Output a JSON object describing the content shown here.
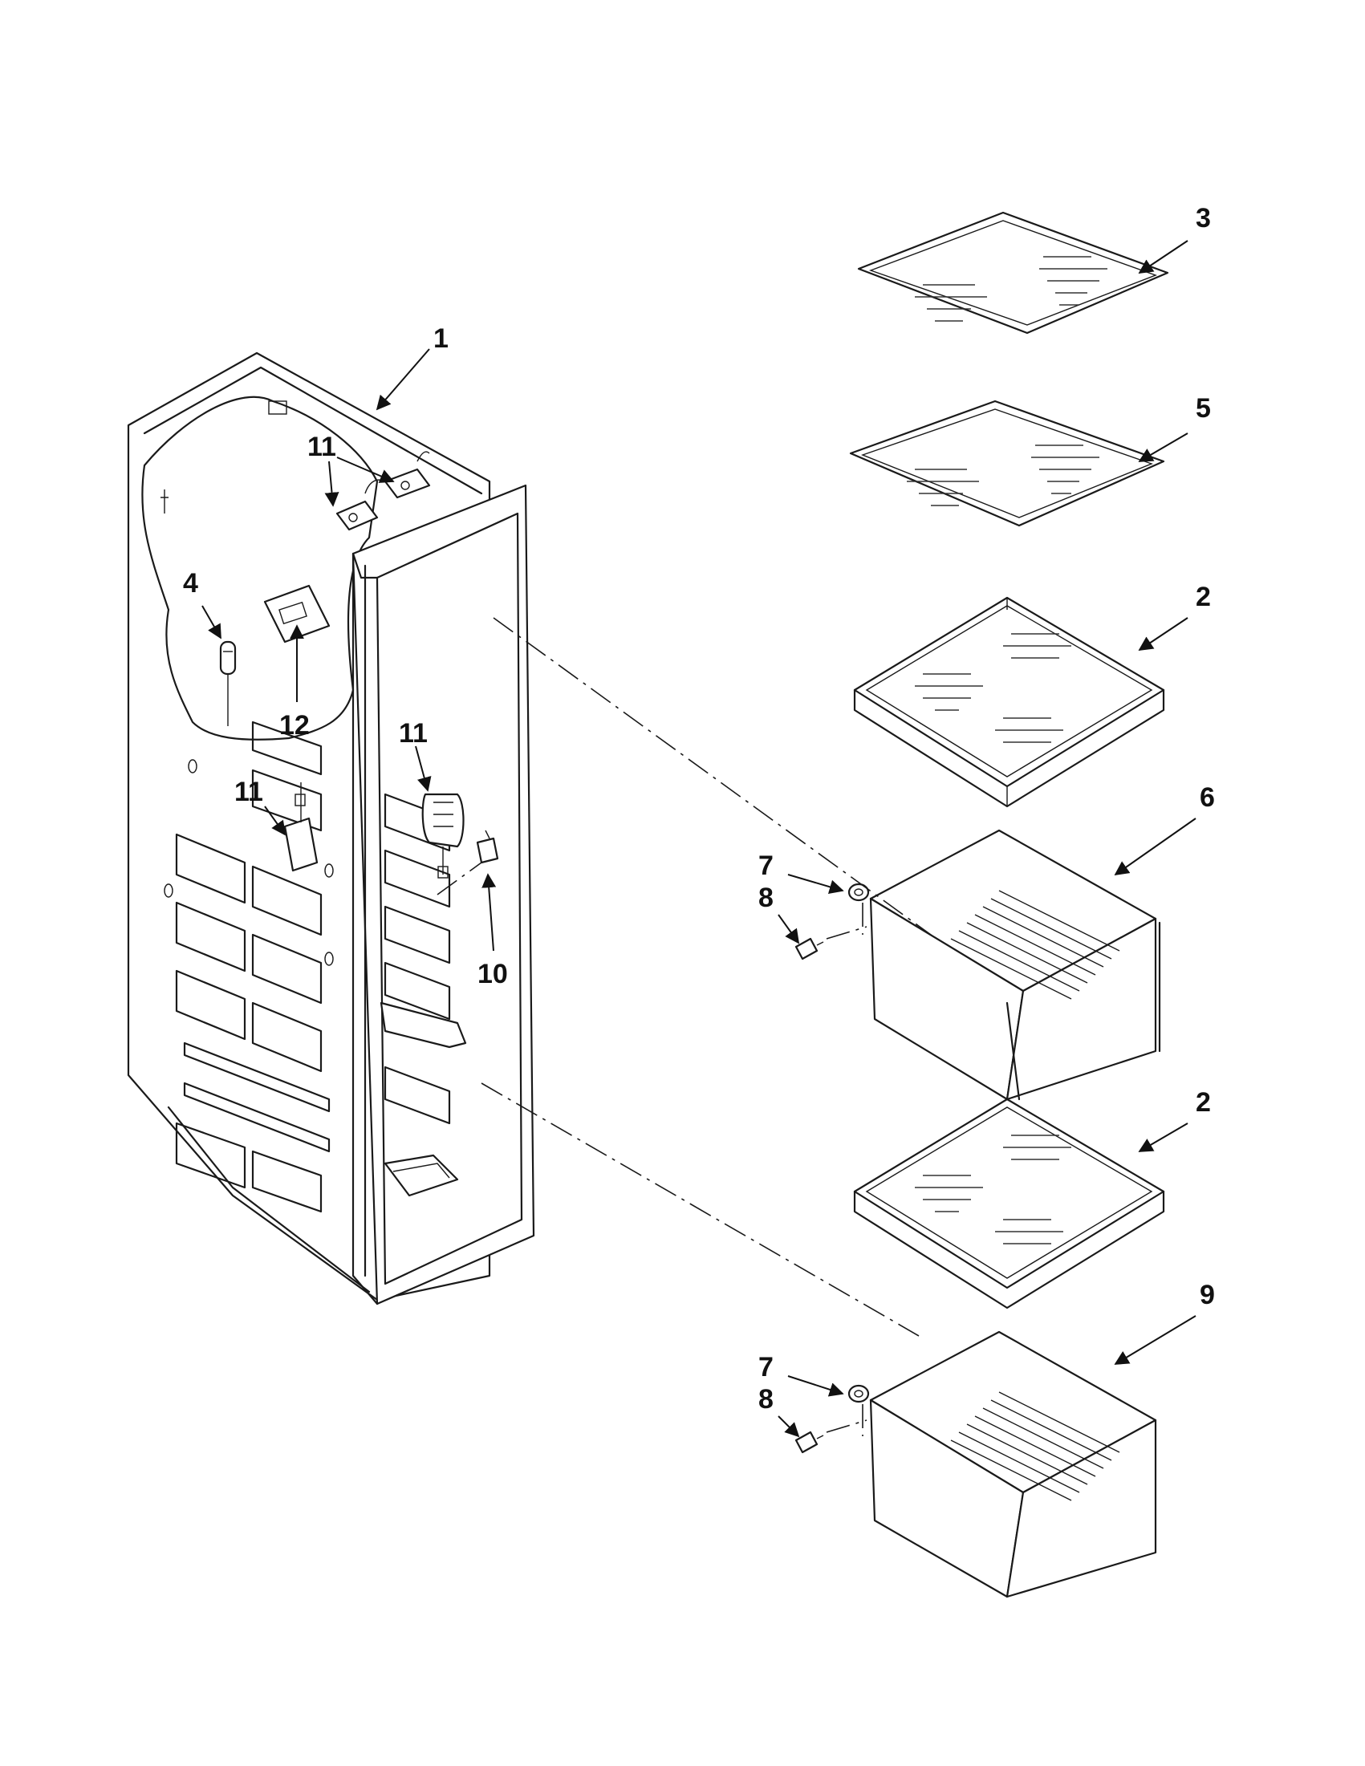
{
  "callouts": {
    "c1": "1",
    "c2a": "2",
    "c2b": "2",
    "c3": "3",
    "c4": "4",
    "c5": "5",
    "c6": "6",
    "c7a": "7",
    "c7b": "7",
    "c8a": "8",
    "c8b": "8",
    "c9": "9",
    "c10": "10",
    "c11a": "11",
    "c11b": "11",
    "c11c": "11",
    "c12": "12"
  }
}
